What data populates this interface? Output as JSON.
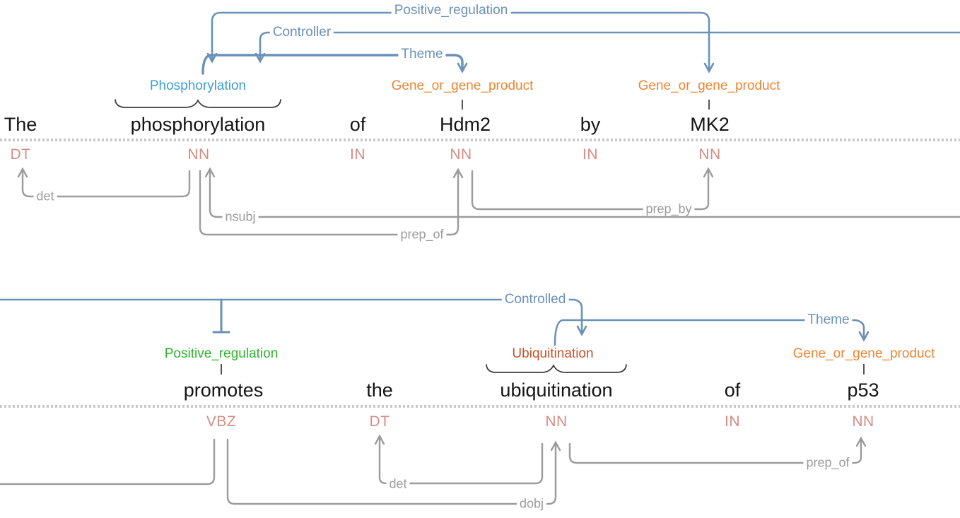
{
  "app": "text-annotation-graph-view",
  "colors": {
    "relation_blue": "#6a91b8",
    "entity_light_blue": "#3d9dd7",
    "entity_orange": "#ee8433",
    "entity_green": "#2cb42c",
    "entity_red": "#c9502a",
    "dependency_gray": "#9b9b9b",
    "pos_salmon": "#d48d85",
    "token_black": "#141414"
  },
  "row1": {
    "relations": {
      "positive_regulation": "Positive_regulation",
      "controller": "Controller",
      "theme": "Theme"
    },
    "entities": {
      "phosphorylation": "Phosphorylation",
      "ggp_hdm2": "Gene_or_gene_product",
      "ggp_mk2": "Gene_or_gene_product"
    },
    "tokens": [
      "The",
      "phosphorylation",
      "of",
      "Hdm2",
      "by",
      "MK2"
    ],
    "pos": [
      "DT",
      "NN",
      "IN",
      "NN",
      "IN",
      "NN"
    ],
    "deps": {
      "det": "det",
      "nsubj": "nsubj",
      "prep_of": "prep_of",
      "prep_by": "prep_by"
    }
  },
  "row2": {
    "relations": {
      "controlled": "Controlled",
      "theme": "Theme"
    },
    "entities": {
      "positive_regulation": "Positive_regulation",
      "ubiquitination": "Ubiquitination",
      "ggp_p53": "Gene_or_gene_product"
    },
    "tokens": [
      "promotes",
      "the",
      "ubiquitination",
      "of",
      "p53"
    ],
    "pos": [
      "VBZ",
      "DT",
      "NN",
      "IN",
      "NN"
    ],
    "deps": {
      "det": "det",
      "dobj": "dobj",
      "prep_of": "prep_of"
    }
  }
}
